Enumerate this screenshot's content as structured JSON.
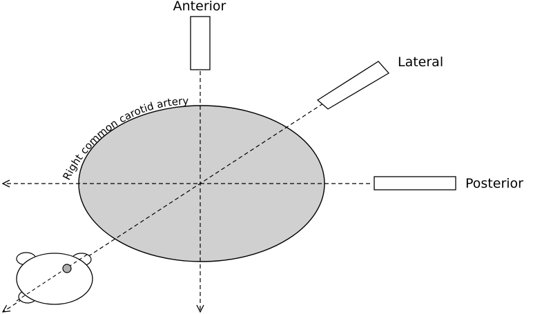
{
  "labels": {
    "anterior": "Anterior",
    "lateral": "Lateral",
    "posterior": "Posterior",
    "vessel": "Right common carotid artery"
  },
  "colors": {
    "vessel_fill": "#d0d0d0",
    "stroke": "#000000",
    "background": "#ffffff",
    "eye_fill": "#b0b0b0"
  }
}
